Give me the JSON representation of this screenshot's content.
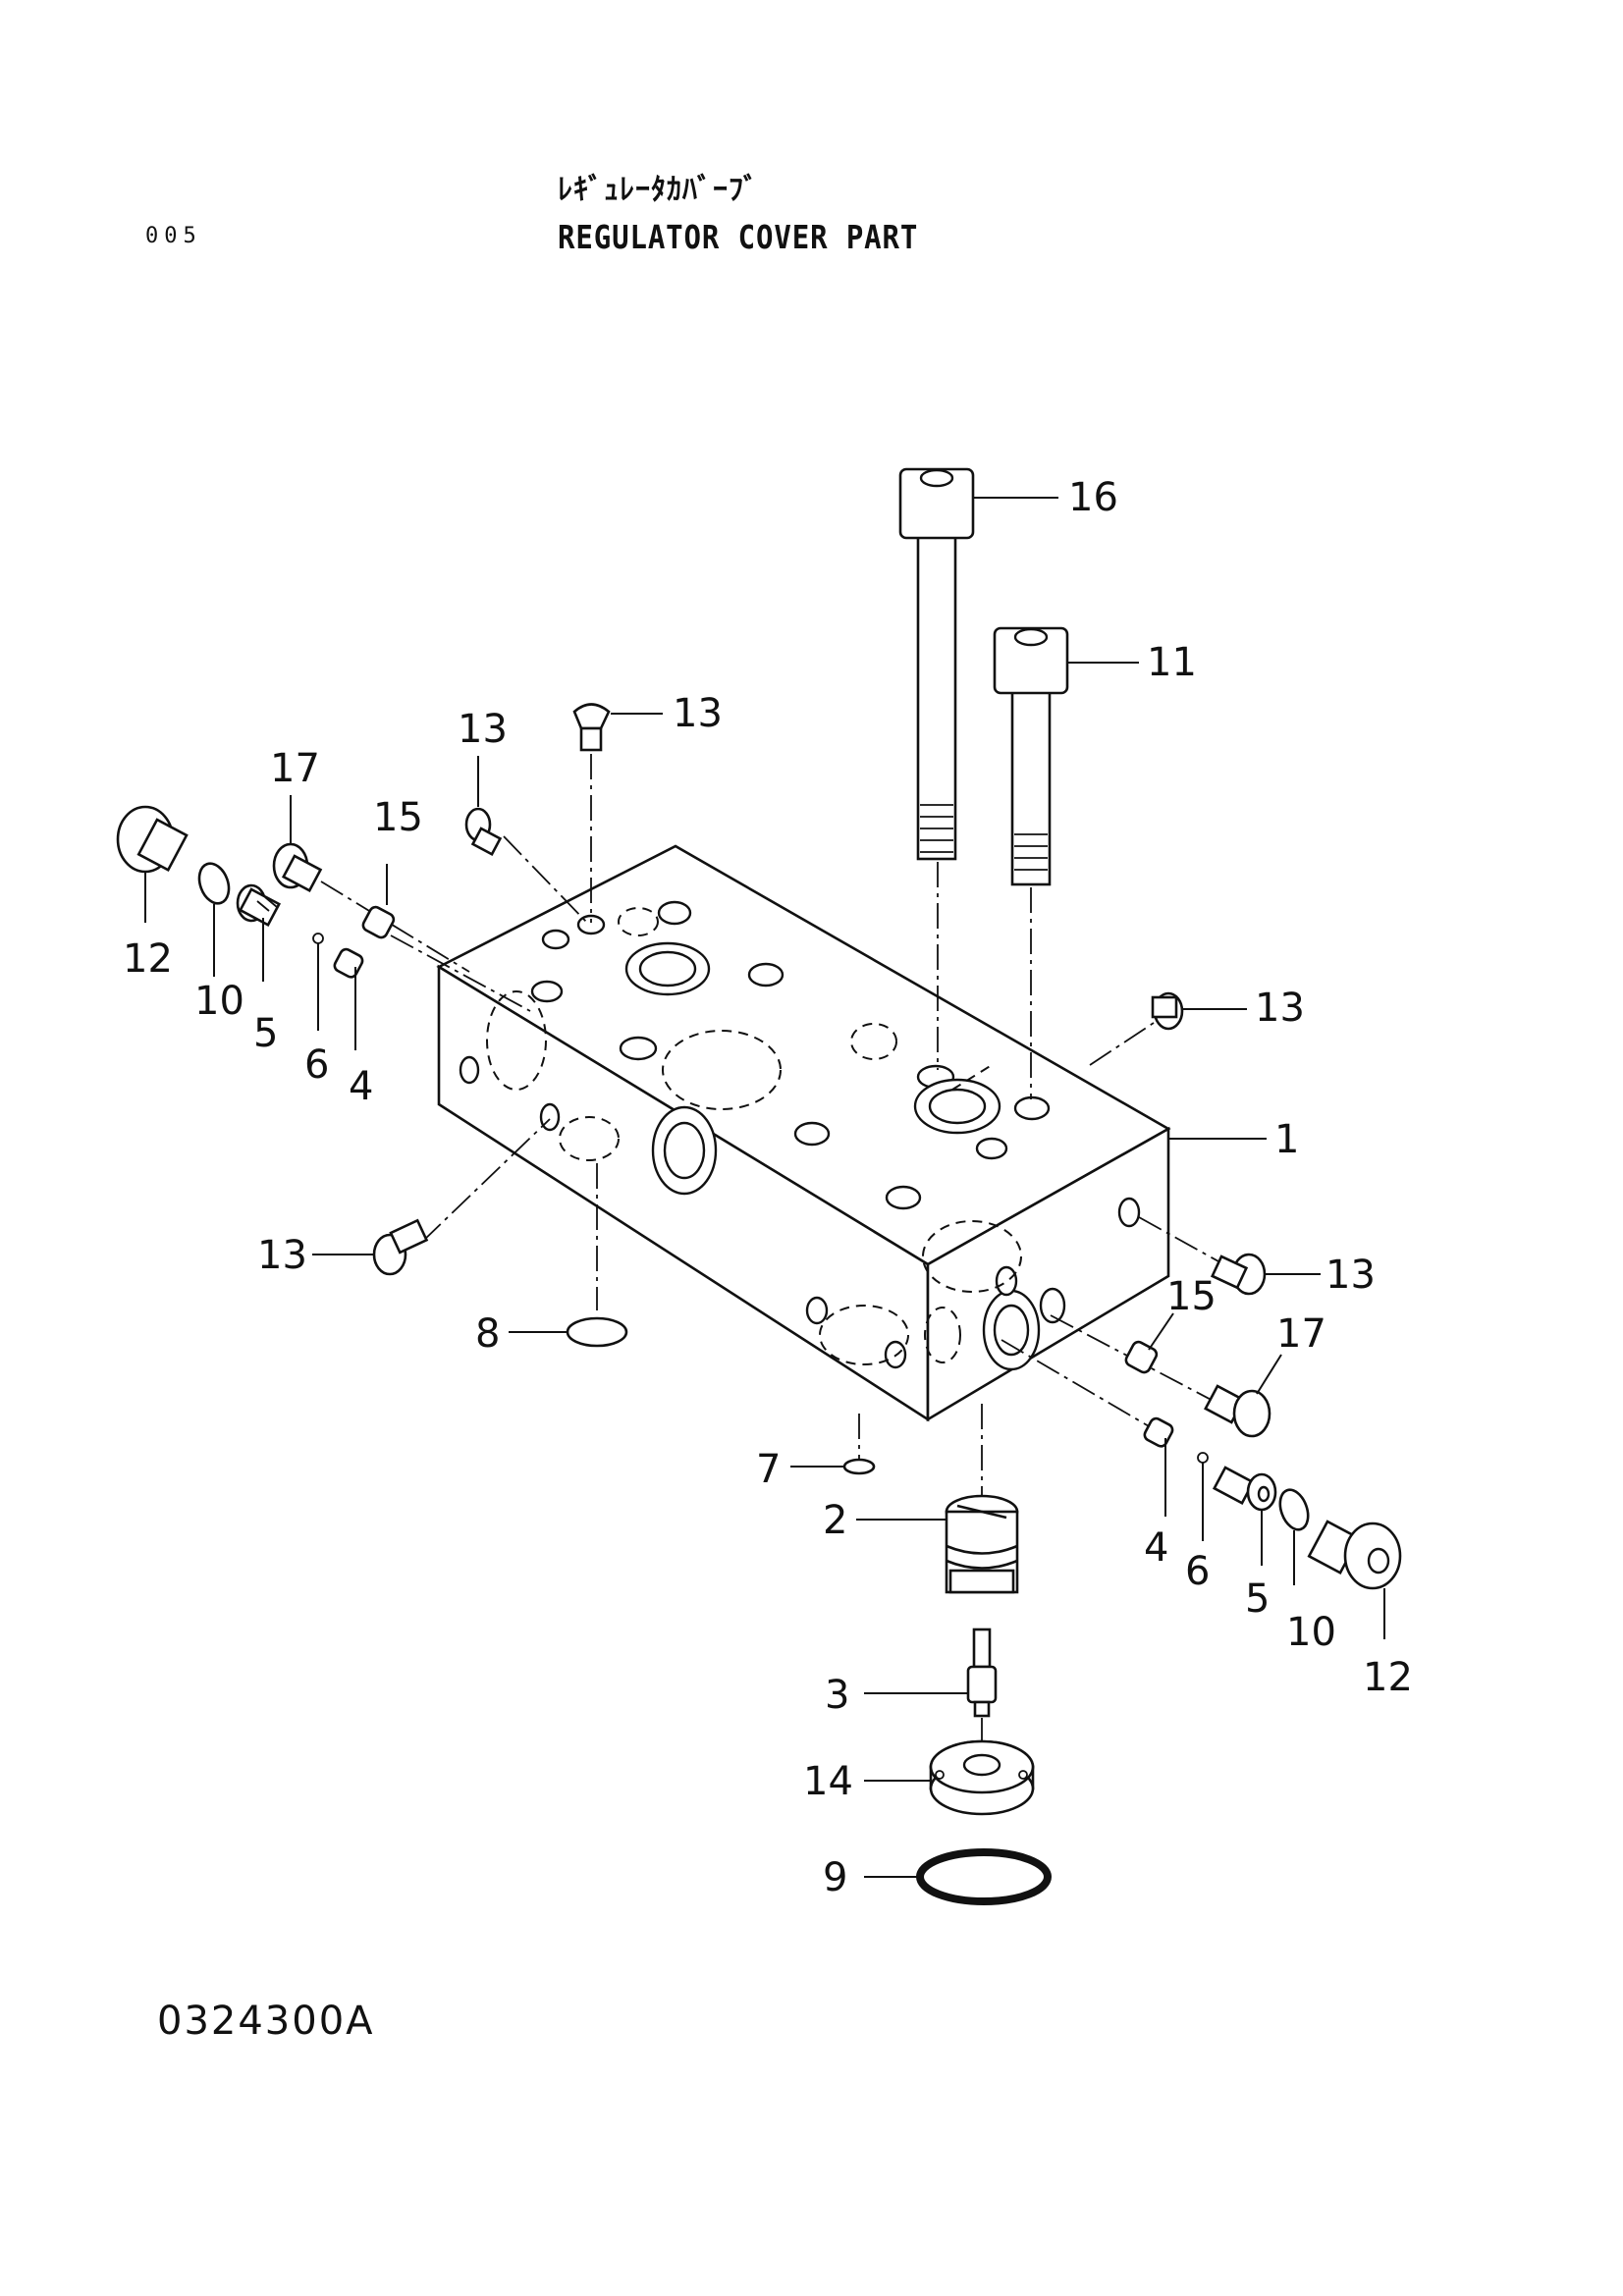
{
  "header": {
    "page_number": "005",
    "title_japanese": "ﾚｷﾞｭﾚｰﾀｶﾊﾞｰﾌﾞ",
    "title_english": "REGULATOR COVER PART"
  },
  "footer": {
    "drawing_number": "0324300A"
  },
  "callouts": [
    "1",
    "2",
    "3",
    "4",
    "4",
    "5",
    "5",
    "6",
    "6",
    "7",
    "8",
    "9",
    "10",
    "10",
    "11",
    "12",
    "12",
    "13",
    "13",
    "13",
    "13",
    "13",
    "14",
    "15",
    "15",
    "16",
    "17",
    "17"
  ],
  "colors": {
    "ink": "#111111",
    "paper": "#ffffff"
  }
}
